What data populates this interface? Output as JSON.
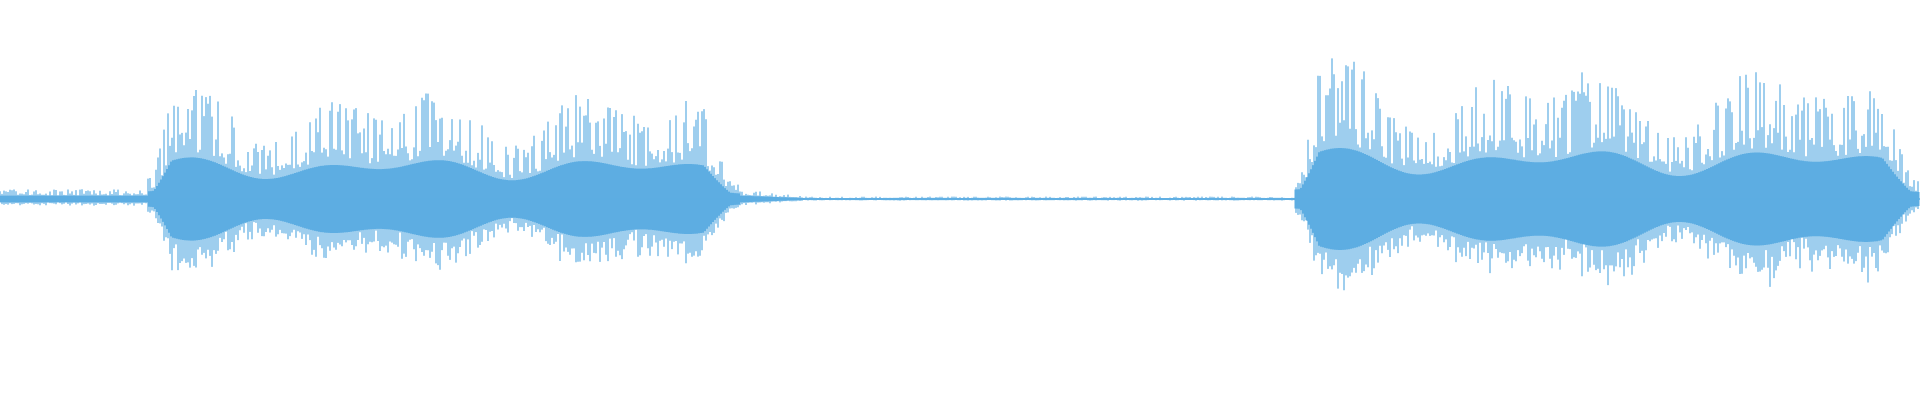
{
  "waveform": {
    "color": "#5dade2",
    "background": "#ffffff",
    "segments": [
      {
        "kind": "noise",
        "start": 0.0,
        "end": 0.077,
        "level": 0.06
      },
      {
        "kind": "voice",
        "start": 0.077,
        "end": 0.385,
        "level": 0.75
      },
      {
        "kind": "decay",
        "start": 0.37,
        "end": 0.42,
        "level": 0.08
      },
      {
        "kind": "silence",
        "start": 0.42,
        "end": 0.674,
        "level": 0.015
      },
      {
        "kind": "voice",
        "start": 0.674,
        "end": 1.0,
        "level": 0.92
      }
    ]
  }
}
